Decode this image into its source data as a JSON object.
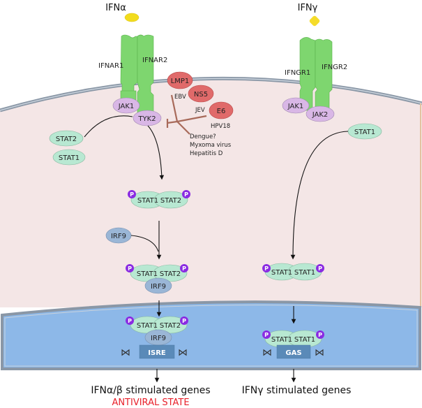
{
  "ligands": {
    "alpha": "IFNα",
    "gamma": "IFNγ"
  },
  "receptors": {
    "alpha": [
      "IFNAR1",
      "IFNAR2"
    ],
    "gamma": [
      "IFNGR1",
      "IFNGR2"
    ]
  },
  "kinases": {
    "alpha": [
      "JAK1",
      "TYK2"
    ],
    "gamma": [
      "JAK1",
      "JAK2"
    ]
  },
  "viral_inhibitors": [
    {
      "protein": "LMP1",
      "virus": "EBV"
    },
    {
      "protein": "NS5",
      "virus": "JEV"
    },
    {
      "protein": "E6",
      "virus": "HPV18"
    }
  ],
  "other_viruses": [
    "Dengue?",
    "Myxoma virus",
    "Hepatitis D"
  ],
  "left_pathway": {
    "free_stats": [
      "STAT2",
      "STAT1"
    ],
    "dimer": [
      "STAT1",
      "STAT2"
    ],
    "irf": "IRF9",
    "element": "ISRE",
    "output": "IFNα/β stimulated genes",
    "state": "ANTIVIRAL STATE"
  },
  "right_pathway": {
    "free_stat": "STAT1",
    "dimer": [
      "STAT1",
      "STAT1"
    ],
    "element": "GAS",
    "output": "IFNγ stimulated genes"
  },
  "phospho_label": "P",
  "colors": {
    "cytoplasm": "#f4e6e6",
    "nucleus": "#8db8e8",
    "receptor": "#7ed66f",
    "kinase": "#d9b7e6",
    "stat": "#b8e8d2",
    "irf": "#9ab6d6",
    "viral": "#e06a6a",
    "phospho": "#8a2be2",
    "inhibitor_line": "#a86a5a",
    "element_box": "#5a8ab8",
    "antiviral": "#e8202a",
    "ligand_alpha": "#f2dc1e",
    "ligand_gamma": "#f5dc2a"
  }
}
